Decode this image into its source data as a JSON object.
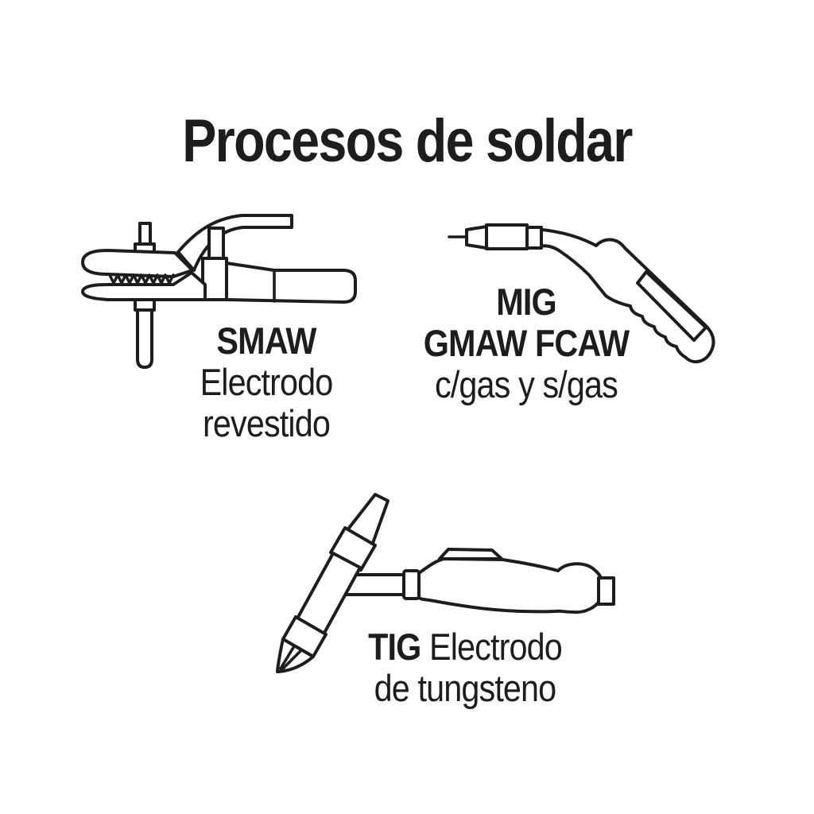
{
  "title": "Procesos de soldar",
  "colors": {
    "background": "#ffffff",
    "line": "#1d1d1b",
    "text": "#1d1d1b"
  },
  "processes": [
    {
      "id": "smaw",
      "icon": "smaw-electrode-holder-icon",
      "name": "SMAW",
      "desc_line1": "Electrodo",
      "desc_line2": "revestido"
    },
    {
      "id": "mig",
      "icon": "mig-welding-gun-icon",
      "name": "MIG",
      "name_secondary": "GMAW FCAW",
      "desc_line1": "c/gas y s/gas"
    },
    {
      "id": "tig",
      "icon": "tig-torch-icon",
      "name": "TIG",
      "desc_line1": "Electrodo",
      "desc_line2": "de tungsteno"
    }
  ]
}
